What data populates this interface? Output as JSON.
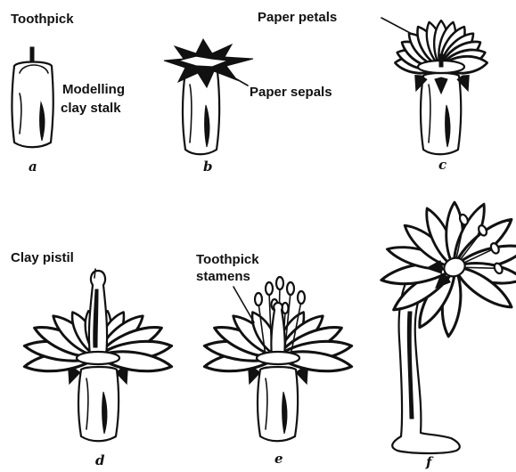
{
  "labels": {
    "toothpick": "Toothpick",
    "modelling_line1": "Modelling",
    "modelling_line2": "clay stalk",
    "paper_sepals": "Paper sepals",
    "paper_petals": "Paper petals",
    "clay_pistil": "Clay pistil",
    "toothpick_stamens_line1": "Toothpick",
    "toothpick_stamens_line2": "stamens"
  },
  "steps": {
    "a": "a",
    "b": "b",
    "c": "c",
    "d": "d",
    "e": "e",
    "f": "f"
  }
}
